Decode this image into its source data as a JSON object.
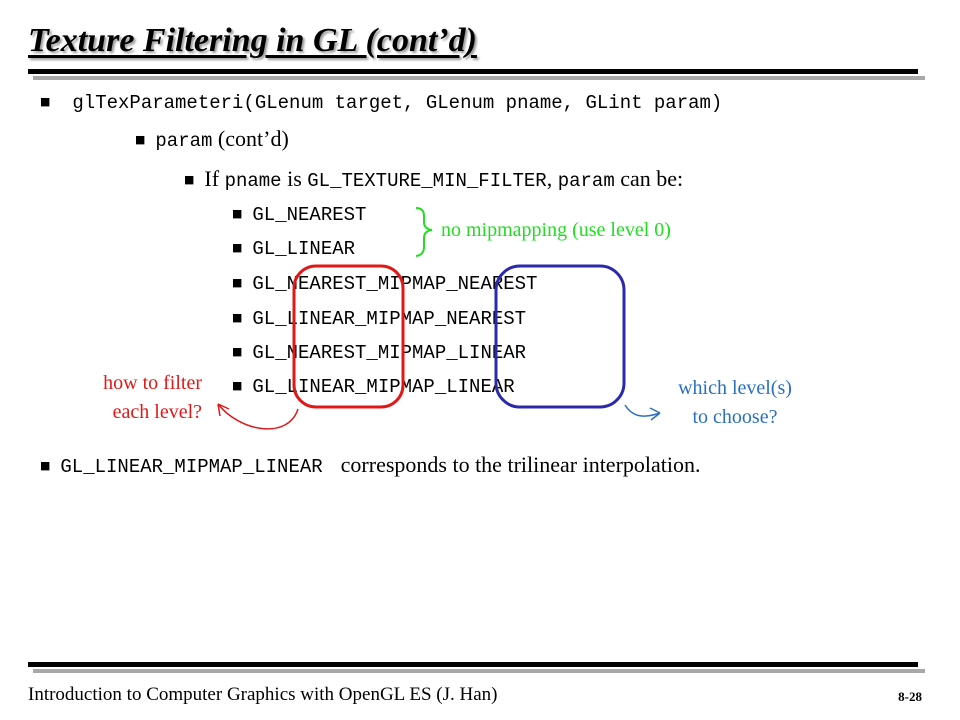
{
  "slide": {
    "title": "Texture Filtering in GL (cont’d)",
    "signature": "glTexParameteri(GLenum target, GLenum pname, GLint param)",
    "param_code": "param",
    "param_suffix": " (cont’d)",
    "cond_if": "If ",
    "cond_pname": "pname",
    "cond_is": " is ",
    "cond_const": "GL_TEXTURE_MIN_FILTER",
    "cond_comma": ", ",
    "cond_param": "param",
    "cond_canbe": " can be:",
    "options": [
      "GL_NEAREST",
      "GL_LINEAR",
      "GL_NEAREST_MIPMAP_NEAREST",
      "GL_LINEAR_MIPMAP_NEAREST",
      "GL_NEAREST_MIPMAP_LINEAR",
      "GL_LINEAR_MIPMAP_LINEAR"
    ],
    "note_no_mipmap": "no mipmapping (use level 0)",
    "note_filter_line1": "how to filter",
    "note_filter_line2": "each level?",
    "note_level_line1": "which level(s)",
    "note_level_line2": "to choose?",
    "trilinear_code": "GL_LINEAR_MIPMAP_LINEAR",
    "trilinear_text": "corresponds to the trilinear interpolation."
  },
  "footer": {
    "course": "Introduction to Computer Graphics with OpenGL ES (J. Han)",
    "page": "8-28"
  },
  "colors": {
    "red_box": "#e01818",
    "blue_box": "#2a2aaa",
    "green_note": "#22dd22",
    "blue_note": "#2a6fc0"
  }
}
